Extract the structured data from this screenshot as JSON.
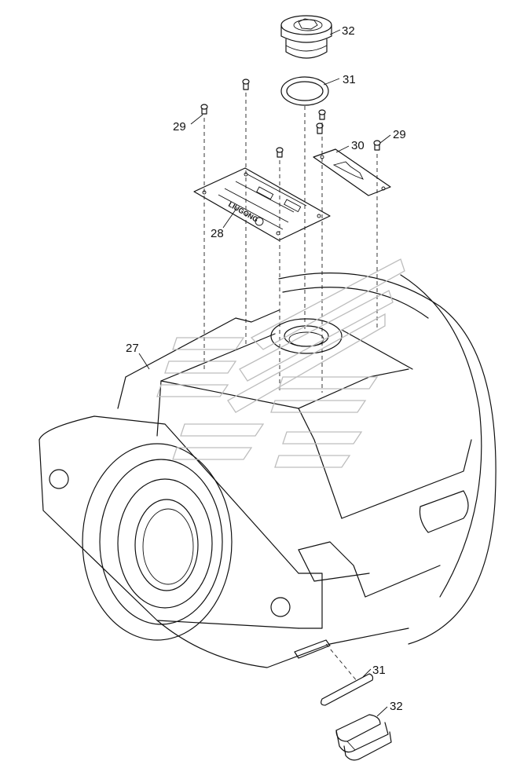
{
  "callouts": {
    "c32_top": "32",
    "c31_top": "31",
    "c29_left": "29",
    "c30": "30",
    "c29_right": "29",
    "c28": "28",
    "c27": "27",
    "c31_bottom": "31",
    "c32_bottom": "32"
  },
  "nameplate": {
    "brand": "LIUGONG"
  },
  "icons": {
    "logo": "liugong-logo-icon",
    "watermark": "watermark-logo-icon",
    "arrow": "direction-arrow-icon"
  },
  "colors": {
    "line": "#111111",
    "watermark": "#bdbdbd",
    "background": "#ffffff"
  }
}
